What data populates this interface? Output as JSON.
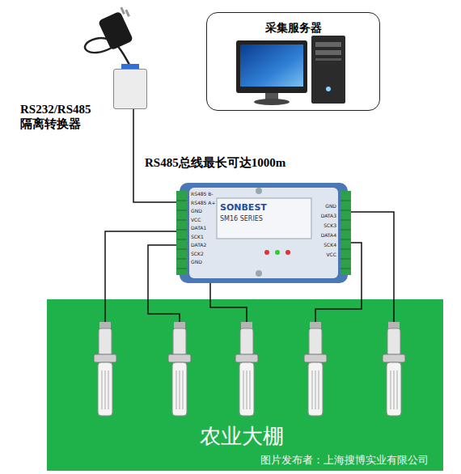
{
  "diagram": {
    "nodes": [
      {
        "text": [
          "采集服务器"
        ]
      },
      {
        "text": [
          "RS232/RS485 隔离转换器"
        ]
      },
      {
        "text": [
          "SONBEST",
          "SM16 SERIES"
        ]
      },
      {
        "text": [
          "农业大棚"
        ]
      }
    ],
    "edges": [
      {
        "from": 1,
        "to": 2,
        "arrow": "none",
        "label": "RS485总线最长可达1000m"
      }
    ],
    "labels": [
      "RS485 B-",
      "RS485 A+",
      "GND",
      "VCC",
      "DATA1",
      "SCK1",
      "DATA2",
      "SCK2",
      "GND",
      "GND",
      "DATA3",
      "SCK3",
      "DATA4",
      "SCK4",
      "VCC",
      "图片发布者：上海搜博实业有限公司"
    ]
  }
}
